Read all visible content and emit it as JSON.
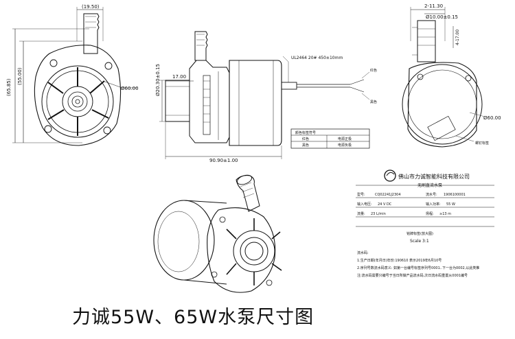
{
  "dimensions": {
    "top_width": "(19.50)",
    "height_left_outer": "(65.85)",
    "height_left_inner": "(55.00)",
    "diameter_front": "Ø60.00",
    "outlet_offset": "17.00",
    "side_height": "Ø20.30±0.15",
    "overall_length": "90.90±1.00",
    "right_top_offset": "2-11.30",
    "right_diameter_small": "Ø10.00±0.15",
    "right_diameter_vertical": "4-17.00",
    "right_diameter_main": "Ø60.00"
  },
  "cable": {
    "spec": "UL2464 20# 450±10mm",
    "wire_red": "红色",
    "wire_black": "黑色",
    "screw_label": "螺钉标签"
  },
  "color_table": {
    "header": "颜色标签符号",
    "rows": [
      {
        "color": "红色",
        "meaning": "电源正极"
      },
      {
        "color": "黑色",
        "meaning": "电源负极"
      }
    ]
  },
  "nameplate": {
    "company": "佛山市力诚智能科技有限公司",
    "subtitle": "无刷直流水泵",
    "rows": [
      {
        "l1": "型号:",
        "v1": "CQ02241J2304",
        "l2": "流水号:",
        "v2": "1906100001"
      },
      {
        "l1": "输入电压:",
        "v1": "24 V DC",
        "l2": "输入功率:",
        "v2": "55 W"
      },
      {
        "l1": "流量:",
        "v1": "23 L/min",
        "l2": "扬程:",
        "v2": "≥13 m"
      }
    ],
    "label_title": "铭牌标签(放大图)",
    "scale": "Scale 3:1",
    "notes_title": "流水码:",
    "notes": [
      "1.生产日期(年月日)年份:190610 表示2019年6月10号",
      "2.序列号数流水码意义: 如第一台编号标签序列号0001..下一台为0002,以此类推",
      "注:流水码需要只编号于当日所做产品流水码,次日流水码重置从0001编号"
    ]
  },
  "caption": "力诚55W、65W水泵尺寸图"
}
